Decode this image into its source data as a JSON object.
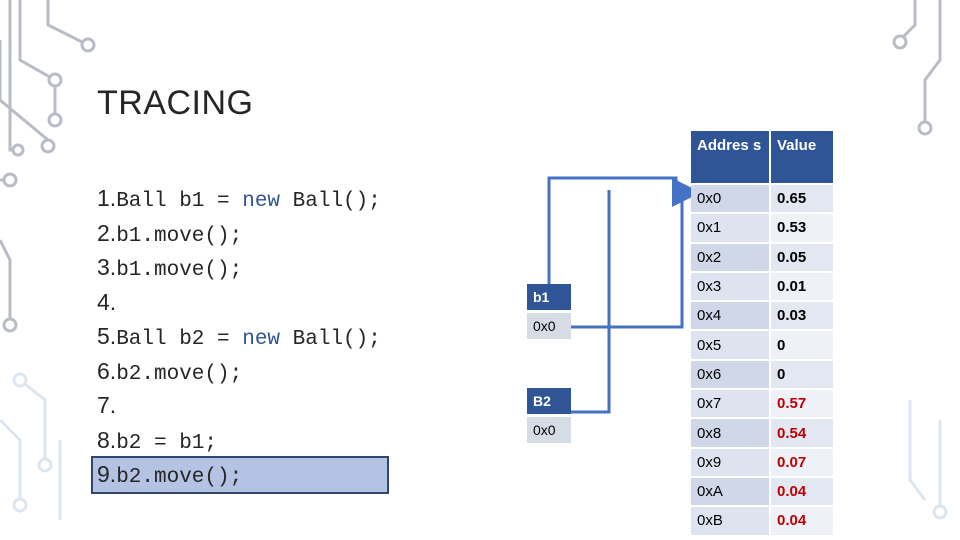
{
  "slide": {
    "title": "TRACING"
  },
  "code_lines": [
    {
      "num": "1.",
      "parts": [
        "Ball b1 = ",
        "new",
        " Ball();"
      ]
    },
    {
      "num": "2.",
      "parts": [
        "b1.move();",
        "",
        ""
      ]
    },
    {
      "num": "3.",
      "parts": [
        "b1.move();",
        "",
        ""
      ]
    },
    {
      "num": "4.",
      "parts": [
        "",
        "",
        ""
      ]
    },
    {
      "num": "5.",
      "parts": [
        "Ball b2 = ",
        "new",
        " Ball();"
      ]
    },
    {
      "num": "6.",
      "parts": [
        "b2.move();",
        "",
        ""
      ]
    },
    {
      "num": "7.",
      "parts": [
        "",
        "",
        ""
      ]
    },
    {
      "num": "8.",
      "parts": [
        "b2 = b1;",
        "",
        ""
      ]
    },
    {
      "num": "9.",
      "parts": [
        "b2.move();",
        "",
        ""
      ]
    }
  ],
  "highlighted_line": 9,
  "variables": [
    {
      "name": "b1",
      "value": "0x0"
    },
    {
      "name": "B2",
      "value": "0x0"
    }
  ],
  "memory": {
    "headers": [
      "Addres s",
      "Value"
    ],
    "rows": [
      {
        "addr": "0x0",
        "value": "0.65",
        "red": false
      },
      {
        "addr": "0x1",
        "value": "0.53",
        "red": false
      },
      {
        "addr": "0x2",
        "value": "0.05",
        "red": false
      },
      {
        "addr": "0x3",
        "value": "0.01",
        "red": false
      },
      {
        "addr": "0x4",
        "value": "0.03",
        "red": false
      },
      {
        "addr": "0x5",
        "value": "0",
        "red": false
      },
      {
        "addr": "0x6",
        "value": "0",
        "red": false
      },
      {
        "addr": "0x7",
        "value": "0.57",
        "red": true
      },
      {
        "addr": "0x8",
        "value": "0.54",
        "red": true
      },
      {
        "addr": "0x9",
        "value": "0.07",
        "red": true
      },
      {
        "addr": "0xA",
        "value": "0.04",
        "red": true
      },
      {
        "addr": "0xB",
        "value": "0.04",
        "red": true
      }
    ]
  },
  "colors": {
    "accent": "#2f5597",
    "red_value": "#c00000",
    "highlight": "#b4c3e3"
  }
}
